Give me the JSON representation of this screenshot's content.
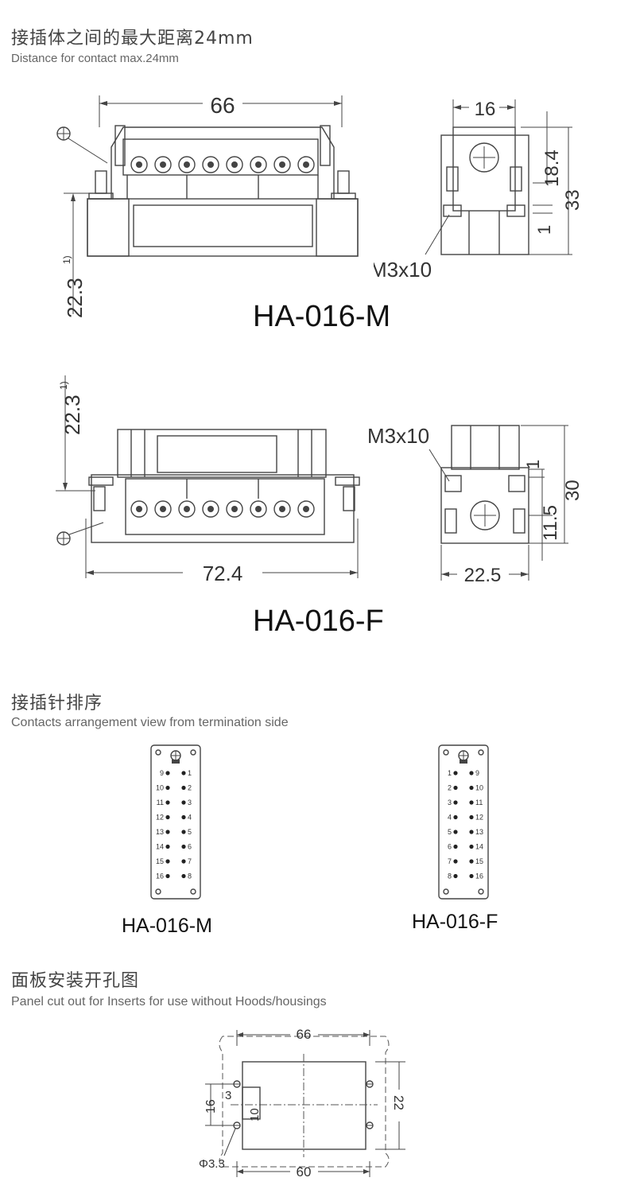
{
  "header": {
    "title_zh": "接插体之间的最大距离24mm",
    "title_en": "Distance for contact max.24mm"
  },
  "male_drawing": {
    "model": "HA-016-M",
    "dim_width": "66",
    "dim_height": "22.3",
    "dim_sup": "1)",
    "side_dim_width": "16",
    "side_dim_a": "18.4",
    "side_dim_b": "33",
    "side_dim_c": "1",
    "screw_label": "M3x10"
  },
  "female_drawing": {
    "model": "HA-016-F",
    "dim_width": "72.4",
    "dim_height": "22.3",
    "dim_sup": "1)",
    "side_dim_width": "22.5",
    "side_dim_a": "11.5",
    "side_dim_b": "30",
    "side_dim_c": "1",
    "screw_label": "M3x10"
  },
  "contacts_section": {
    "title_zh": "接插针排序",
    "title_en": "Contacts arrangement view from termination side",
    "male": {
      "model": "HA-016-M",
      "left_numbers": [
        "9",
        "10",
        "11",
        "12",
        "13",
        "14",
        "15",
        "16"
      ],
      "right_numbers": [
        "1",
        "2",
        "3",
        "4",
        "5",
        "6",
        "7",
        "8"
      ]
    },
    "female": {
      "model": "HA-016-F",
      "left_numbers": [
        "1",
        "2",
        "3",
        "4",
        "5",
        "6",
        "7",
        "8"
      ],
      "right_numbers": [
        "9",
        "10",
        "11",
        "12",
        "13",
        "14",
        "15",
        "16"
      ]
    }
  },
  "panel_section": {
    "title_zh": "面板安装开孔图",
    "title_en": "Panel cut out for Inserts for use without Hoods/housings",
    "dim_top": "66",
    "dim_bottom": "60",
    "dim_right": "22",
    "dim_left": "16",
    "dim_inner_a": "3",
    "dim_inner_b": "10",
    "hole_label": "Φ3.3"
  }
}
